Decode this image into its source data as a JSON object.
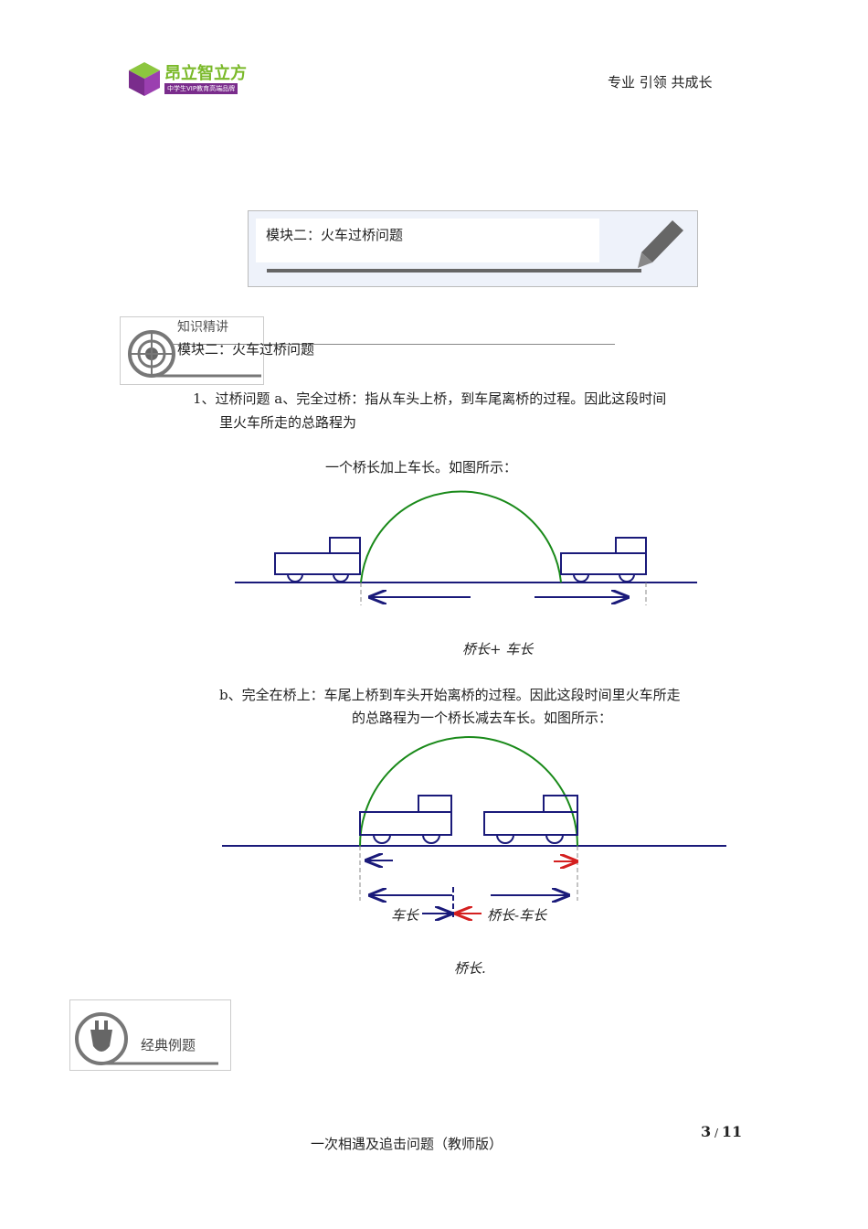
{
  "header": {
    "logo_name": "昂立智立方",
    "logo_tagline": "中学生VIP教育高端品牌",
    "slogan": "专业 引领 共成长"
  },
  "module_banner": {
    "title": "模块二：火车过桥问题"
  },
  "section_box": {
    "overlapped_label": "知识精讲",
    "title": "模块二：火车过桥问题"
  },
  "content": {
    "p1_line1": "1、过桥问题  a、完全过桥：指从车头上桥，到车尾离桥的过程。因此这段时间",
    "p1_line2": "里火车所走的总路程为",
    "p1_line3": "一个桥长加上车长。如图所示：",
    "fig1_label": "桥长+ 车长",
    "p2_line1": "b、完全在桥上：车尾上桥到车头开始离桥的过程。因此这段时间里火车所走",
    "p2_line2": "的总路程为一个桥长减去车长。如图所示：",
    "fig2_label_car": "车长",
    "fig2_label_diff": "桥长-车长",
    "fig2_label_bridge": "桥长."
  },
  "examples_box": {
    "title": "经典例题"
  },
  "footer": {
    "doc_title": "一次相遇及追击问题（教师版）",
    "page_current": "3",
    "page_total": "11"
  },
  "colors": {
    "line": "#1a1a7a",
    "arc": "#1a8a1a",
    "red": "#d42020",
    "brand_green": "#7ab929",
    "brand_purple": "#7a2c8c"
  }
}
